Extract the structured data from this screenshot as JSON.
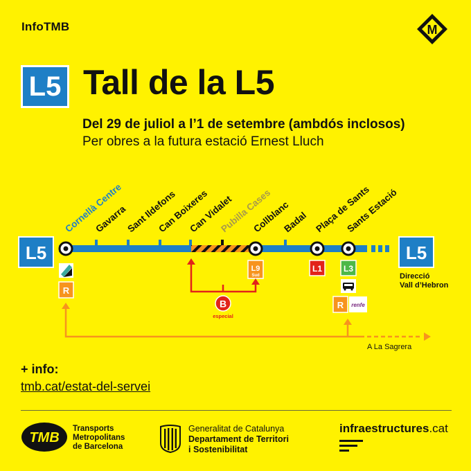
{
  "header": {
    "brand": "InfoTMB",
    "metro_icon": "metro-m-diamond-icon",
    "metro_letter": "M"
  },
  "headline": {
    "line_badge": "L5",
    "title": "Tall de la L5",
    "dates": "Del 29 de juliol a l’1 de setembre (ambdós inclosos)",
    "reason": "Per obres a la futura estació Ernest Lluch"
  },
  "map": {
    "line_badge_left": "L5",
    "line_badge_right": "L5",
    "direction": [
      "Direcció",
      "Vall d’Hebron"
    ],
    "stations": [
      {
        "name": "Cornellà Centre",
        "type": "terminus",
        "color": "#1E7FC6"
      },
      {
        "name": "Gavarra",
        "type": "stop",
        "color": "#111111"
      },
      {
        "name": "Sant Ildefons",
        "type": "stop",
        "color": "#111111"
      },
      {
        "name": "Can Boixeres",
        "type": "stop",
        "color": "#111111"
      },
      {
        "name": "Can Vidalet",
        "type": "stop",
        "color": "#111111"
      },
      {
        "name": "Pubilla Cases",
        "type": "closed",
        "color": "#A89A4A"
      },
      {
        "name": "Collblanc",
        "type": "transfer",
        "color": "#111111"
      },
      {
        "name": "Badal",
        "type": "stop",
        "color": "#111111"
      },
      {
        "name": "Plaça de Sants",
        "type": "transfer",
        "color": "#111111"
      },
      {
        "name": "Sants Estació",
        "type": "transfer",
        "color": "#111111"
      }
    ],
    "connections": {
      "cornella": {
        "tram_icon": "tram-icon",
        "rodalies": "R"
      },
      "collblanc": {
        "line": "L9",
        "sub": "Sud"
      },
      "placa_sants": {
        "line": "L1"
      },
      "sants_estacio": {
        "line": "L3",
        "bus_icon": "bus-icon",
        "rodalies": "R",
        "renfe": "renfe"
      }
    },
    "special_bus": {
      "letter": "B",
      "label": "especial"
    },
    "sagrera_label": "A La Sagrera",
    "colors": {
      "line_blue": "#1E7FC6",
      "closure_orange": "#F7941D",
      "bus_red": "#E2231A",
      "rodalies_orange": "#F7941D",
      "l1_red": "#E2231A",
      "l3_green": "#4DB848",
      "l9_orange": "#F7941D"
    }
  },
  "info": {
    "label": "+ info:",
    "link": "tmb.cat/estat-del-servei"
  },
  "footer": {
    "tmb_logo": "TMB",
    "tmb_lines": [
      "Transports",
      "Metropolitans",
      "de Barcelona"
    ],
    "gen_logo": "generalitat-shield-icon",
    "gen_lines": [
      "Generalitat de Catalunya",
      "Departament de Territori",
      "i Sostenibilitat"
    ],
    "infra_bold": "infraestructures",
    "infra_rest": ".cat"
  }
}
